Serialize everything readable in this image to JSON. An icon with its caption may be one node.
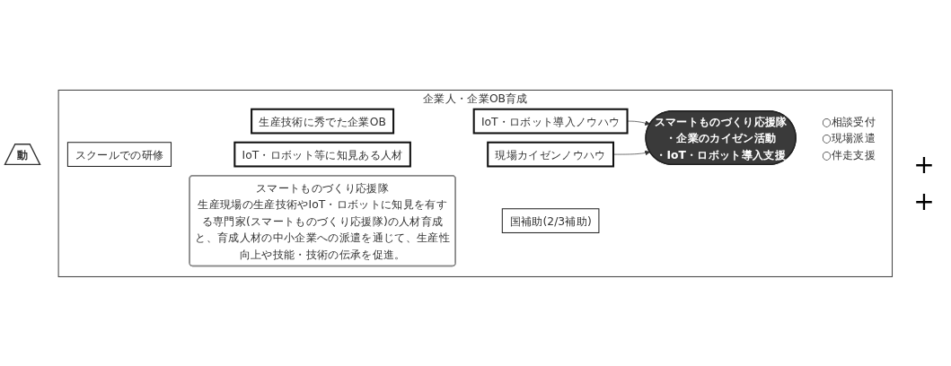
{
  "diagram": {
    "nodes": [
      {
        "text": [
          "動"
        ]
      },
      {
        "text": [
          "企業人・企業OB育成"
        ]
      },
      {
        "text": [
          "スクールでの研修"
        ],
        "in": 1
      },
      {
        "text": [
          "生産技術に秀でた企業OB"
        ],
        "in": 1
      },
      {
        "text": [
          "IoT・ロボット導入ノウハウ"
        ],
        "in": 1
      },
      {
        "text": [
          "IoT・ロボット等に知見ある人材"
        ],
        "in": 1
      },
      {
        "text": [
          "現場カイゼンノウハウ"
        ],
        "in": 1
      },
      {
        "text": [
          "スマートものづくり応援隊",
          "・企業のカイゼン活動",
          "・IoT・ロボット導入支援"
        ],
        "beside": [
          "○相談受付",
          "○現場派遣",
          "○伴走支援"
        ],
        "in": 1
      },
      {
        "text": [
          "スマートものづくり応援隊",
          "生産現場の生産技術やIoT・ロボットに知見を有する専門家(スマートものづくり応援隊)の人材育成と、育成人材の中小企業への派遣を通じて、生産性向上や技能・技術の伝承を促進。"
        ],
        "in": 1
      },
      {
        "text": [
          "国補助(2/3補助)"
        ],
        "in": 1
      }
    ],
    "edges": [
      {
        "from": 4,
        "to": 7,
        "arrow": "to"
      },
      {
        "from": 6,
        "to": 7,
        "arrow": "to"
      }
    ],
    "labels": [
      "+",
      "+"
    ]
  }
}
